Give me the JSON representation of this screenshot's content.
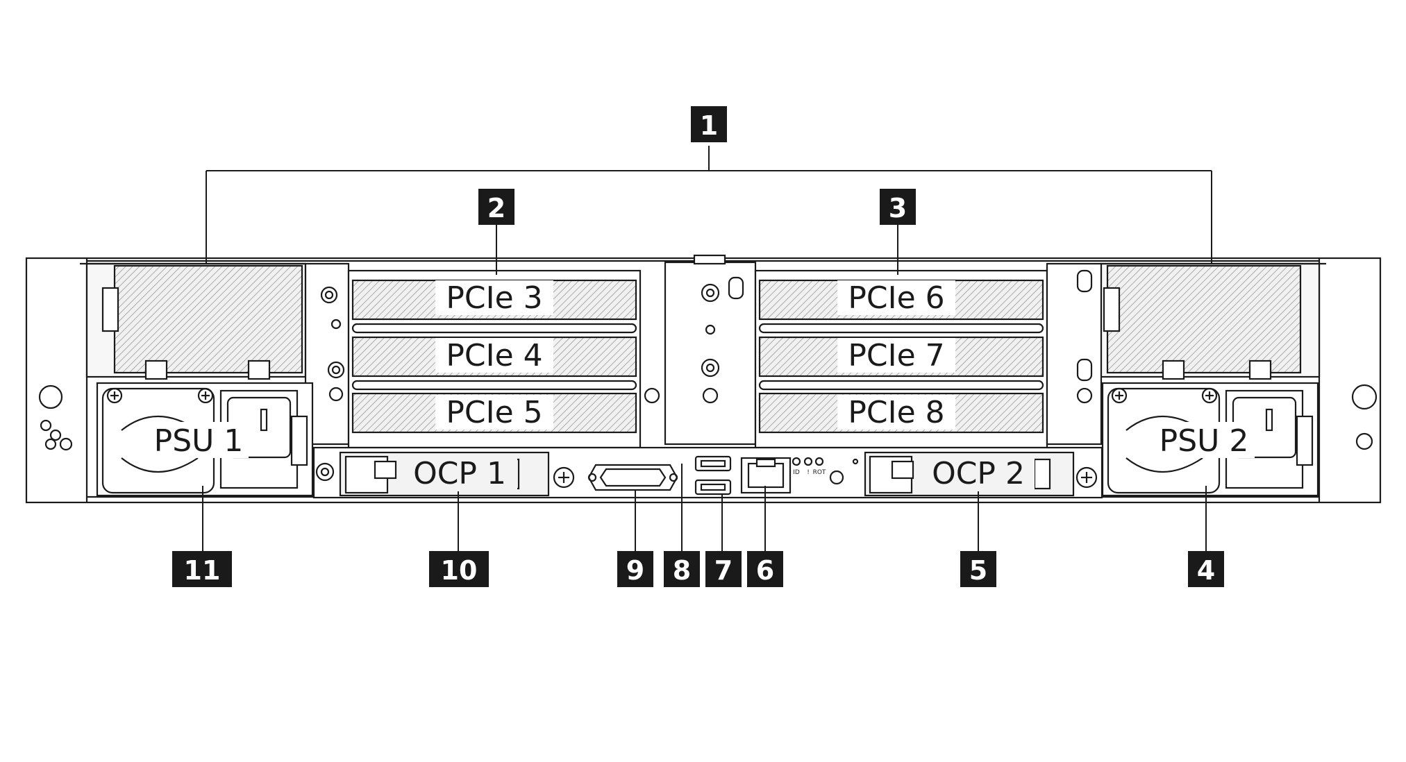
{
  "slots": {
    "pcie3": "PCIe 3",
    "pcie4": "PCIe 4",
    "pcie5": "PCIe 5",
    "pcie6": "PCIe 6",
    "pcie7": "PCIe 7",
    "pcie8": "PCIe 8",
    "psu1": "PSU 1",
    "psu2": "PSU 2",
    "ocp1": "OCP 1",
    "ocp2": "OCP 2"
  },
  "leds": {
    "id": "ID",
    "fault": "!",
    "rot": "ROT"
  },
  "callouts": [
    "1",
    "2",
    "3",
    "4",
    "5",
    "6",
    "7",
    "8",
    "9",
    "10",
    "11"
  ],
  "colors": {
    "line": "#1a1a1a",
    "callout_bg": "#1a1a1a",
    "hatch": "#8c8c8c",
    "panel": "#ececec"
  },
  "icons": {
    "vga": "vga-port-icon",
    "usb": "usb-port-icon",
    "ethernet": "ethernet-port-icon"
  }
}
